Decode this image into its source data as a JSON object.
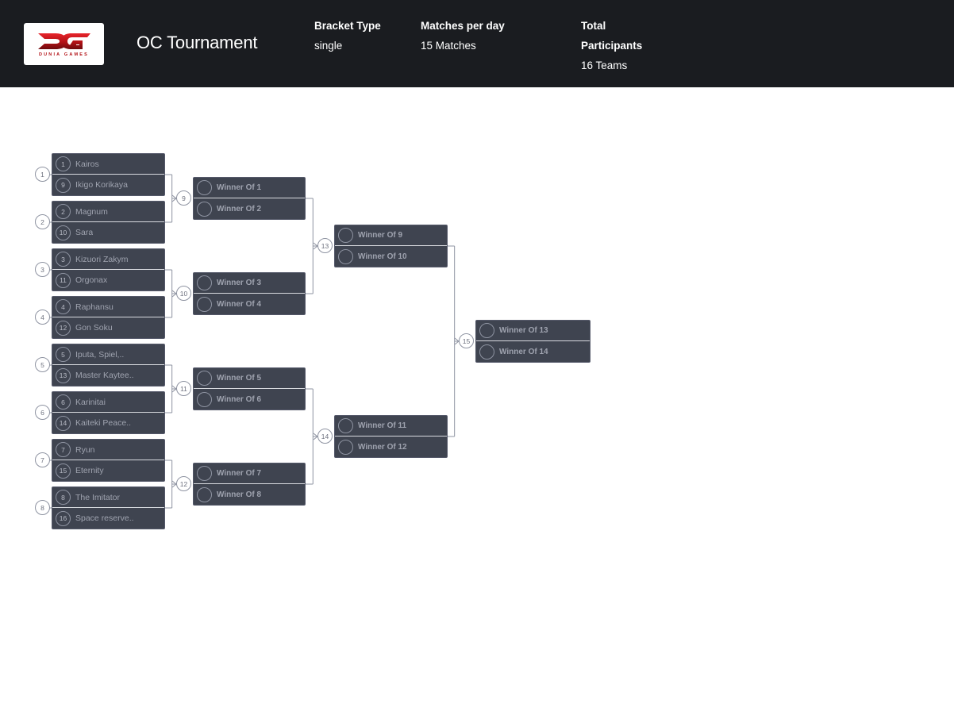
{
  "header": {
    "logo": {
      "name": "dunia-games-logo",
      "monogram": "DG",
      "wordmark": "DUNIA GAMES"
    },
    "title": "OC Tournament",
    "meta": [
      {
        "key": "bracket_type",
        "label": "Bracket Type",
        "value": "single"
      },
      {
        "key": "matches_per_day",
        "label": "Matches per day",
        "value": "15 Matches"
      },
      {
        "key": "total_participants",
        "label": "Total Participants",
        "value": "16 Teams"
      }
    ],
    "colors": {
      "background": "#1a1c20",
      "text": "#ffffff",
      "brand": "#b31217"
    }
  },
  "bracket": {
    "type": "single-elimination",
    "rounds": 4,
    "total_matches": 15,
    "colors": {
      "box": "#3f4450",
      "box_border": "#55596a",
      "text": "#9fa3af",
      "line": "#8e93a1",
      "canvas": "#ffffff"
    },
    "matches": [
      {
        "id": 1,
        "round": 1,
        "slots": [
          {
            "seed": "1",
            "name": "Kairos"
          },
          {
            "seed": "9",
            "name": "Ikigo Korikaya"
          }
        ]
      },
      {
        "id": 2,
        "round": 1,
        "slots": [
          {
            "seed": "2",
            "name": "Magnum"
          },
          {
            "seed": "10",
            "name": "Sara"
          }
        ]
      },
      {
        "id": 3,
        "round": 1,
        "slots": [
          {
            "seed": "3",
            "name": "Kizuori Zakym"
          },
          {
            "seed": "11",
            "name": "Orgonax"
          }
        ]
      },
      {
        "id": 4,
        "round": 1,
        "slots": [
          {
            "seed": "4",
            "name": "Raphansu"
          },
          {
            "seed": "12",
            "name": "Gon Soku"
          }
        ]
      },
      {
        "id": 5,
        "round": 1,
        "slots": [
          {
            "seed": "5",
            "name": "Iputa, Spiel,.."
          },
          {
            "seed": "13",
            "name": "Master Kaytee.."
          }
        ]
      },
      {
        "id": 6,
        "round": 1,
        "slots": [
          {
            "seed": "6",
            "name": "Karinitai"
          },
          {
            "seed": "14",
            "name": "Kaiteki Peace.."
          }
        ]
      },
      {
        "id": 7,
        "round": 1,
        "slots": [
          {
            "seed": "7",
            "name": "Ryun"
          },
          {
            "seed": "15",
            "name": "Eternity"
          }
        ]
      },
      {
        "id": 8,
        "round": 1,
        "slots": [
          {
            "seed": "8",
            "name": "The Imitator"
          },
          {
            "seed": "16",
            "name": "Space reserve.."
          }
        ]
      },
      {
        "id": 9,
        "round": 2,
        "slots": [
          {
            "seed": "",
            "name": "Winner Of 1"
          },
          {
            "seed": "",
            "name": "Winner Of 2"
          }
        ]
      },
      {
        "id": 10,
        "round": 2,
        "slots": [
          {
            "seed": "",
            "name": "Winner Of 3"
          },
          {
            "seed": "",
            "name": "Winner Of 4"
          }
        ]
      },
      {
        "id": 11,
        "round": 2,
        "slots": [
          {
            "seed": "",
            "name": "Winner Of 5"
          },
          {
            "seed": "",
            "name": "Winner Of 6"
          }
        ]
      },
      {
        "id": 12,
        "round": 2,
        "slots": [
          {
            "seed": "",
            "name": "Winner Of 7"
          },
          {
            "seed": "",
            "name": "Winner Of 8"
          }
        ]
      },
      {
        "id": 13,
        "round": 3,
        "slots": [
          {
            "seed": "",
            "name": "Winner Of 9"
          },
          {
            "seed": "",
            "name": "Winner Of 10"
          }
        ]
      },
      {
        "id": 14,
        "round": 3,
        "slots": [
          {
            "seed": "",
            "name": "Winner Of 11"
          },
          {
            "seed": "",
            "name": "Winner Of 12"
          }
        ]
      },
      {
        "id": 15,
        "round": 4,
        "slots": [
          {
            "seed": "",
            "name": "Winner Of 13"
          },
          {
            "seed": "",
            "name": "Winner Of 14"
          }
        ]
      }
    ]
  }
}
